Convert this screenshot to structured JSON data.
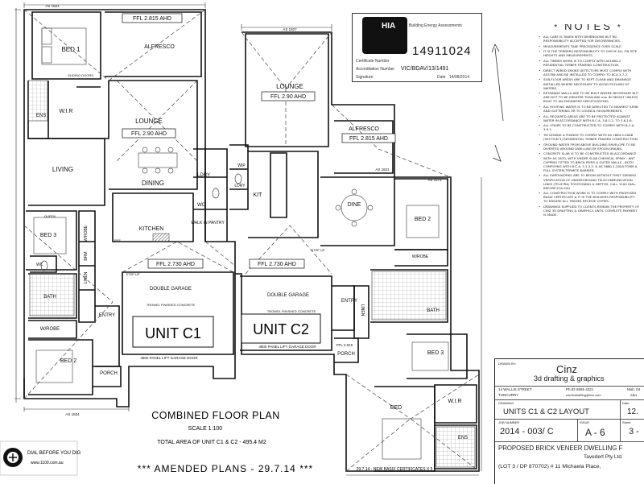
{
  "plan": {
    "title": "COMBINED FLOOR PLAN",
    "scale": "SCALE 1:100",
    "total_area": "TOTAL AREA OF UNIT C1 & C2 - 495.4 M2",
    "amended": "*** AMENDED PLANS - 29.7.14 ***",
    "amended_note": "29.7.14 - NEW BASIX CERTIFICATES X 5",
    "dial_before": "DIAL BEFORE YOU DIG",
    "dial_url": "www.1100.com.au"
  },
  "units": {
    "c1": "UNIT C1",
    "c2": "UNIT C2"
  },
  "rooms": {
    "bed1": "BED 1",
    "wir_c1": "W.I.R",
    "ens_c1": "ENS",
    "alfresco_c1": "ALFRESCO",
    "ffl_alfresco_c1": "FFL 2.815 AHD",
    "lounge_c1": "LOUNGE",
    "ffl_lounge_c1": "FFL 2.90 AHD",
    "dining": "DINING",
    "living": "LIVING",
    "ldry_c1": "LDRY",
    "wc_c1": "WC",
    "walk_in_pantry": "WALK IN PANTRY",
    "kitchen": "KITCHEN",
    "bed3_c1": "BED 3",
    "queen": "QUEEN",
    "wrobe_c1a": "W/ROBE",
    "linen_c1": "LINEN",
    "brm": "BRM",
    "bath_c1": "BATH",
    "wc_c1b": "WC",
    "wrobe_c1b": "W/ROBE",
    "bed2_c1": "BED 2",
    "entry_c1": "ENTRY",
    "porch_c1": "PORCH",
    "ffl_garage_c1": "FFL 2.730 AHD",
    "double_garage_c1": "DOUBLE GARAGE",
    "trowel_c1": "TROWEL FINISHED CONCRETE",
    "panel_door_c1": "4800 PANEL LIFT GARAGE DOOR",
    "lounge_c2": "LOUNGE",
    "ffl_lounge_c2": "FFL 2.90 AHD",
    "alfresco_c2": "ALFRESCO",
    "ffl_alfresco_c2": "FFL 2.815 AHD",
    "kit": "KIT",
    "wip": "WIP",
    "dine": "DINE",
    "bed2_c2": "BED 2",
    "wrobe_c2": "W/ROBE",
    "linen_c2": "LINEN",
    "bath_c2": "BATH",
    "entry_c2": "ENTRY",
    "porch_c2": "PORCH",
    "ffl_porch_c2": "FFL 2.815",
    "ffl_garage_c2": "FFL 2.730 AHD",
    "double_garage_c2": "DOUBLE GARAGE",
    "trowel_c2": "TROWEL FINISHED CONCRETE",
    "panel_door_c2": "4800 PANEL LIFT GARAGE DOOR",
    "bed3_c2": "BED 3",
    "bed_c2": "BED",
    "wir_c2": "W.I.R",
    "ens_c2": "ENS",
    "ldry_c2": "LDRY",
    "step_up": "STEP UP",
    "sliding_doors": "SLIDING DOORS",
    "ref": "REF",
    "as_1824": "AS 1824",
    "as_1827": "AS 1827",
    "as_1821": "AS 1821",
    "as_1271": "AS 1271"
  },
  "certificate": {
    "brand": "HIA",
    "brand_sub": "Building Energy Assessments",
    "number": "14911024",
    "label_number": "Certificate Number",
    "label_accreditation": "Accreditation Number",
    "accreditation": "VIC/BDAV/13/1491",
    "label_signature": "Signature",
    "label_date": "Date",
    "date": "14/08/2014"
  },
  "notes": {
    "title": "NOTES",
    "items": [
      "ALL CARE IS TAKEN WITH DIMENSIONS BUT NO RESPONSIBILITY ACCEPTED FOR DISCREPANCIES.",
      "MEASUREMENTS TAKE PRECEDENCE OVER SCALE.",
      "IT IS THE TENDERS RESPONSIBILITY TO CHECK ALL ON SITE HEIGHTS AND MEASUREMENTS.",
      "ALL TIMBER WORK IS TO COMPLY WITH AS1684-2 RESIDENTIAL TIMBER FRAMING CONSTRUCTION.",
      "DIRECT WIRED SMOKE DETECTORS MUST COMPLY WITH AS3786 AND BE INSTALLED TO COMPLY TO BCA 3.7.2.",
      "SUB-FLOOR AREAS ARE TO KEPT CLEAN AND DRAINAGE INSTALLED WHERE NECESSARY TO AVOID POOLING OF WATERS.",
      "RETAINING WALLS ARE TO BE BUILT WHERE NECESSARY BUT ARE NOT TO BE GREATER THAN 800 mm IN HEIGHT UNLESS BUILT TO AN ENGINEERS SPECIFICATIONS.",
      "ALL ROOFING WATER IS TO BE DIRECTED TO NEAREST KERB AND GUTTERING OR TO COUNCIL REQUIREMENTS.",
      "ALL REQUIRED AREAS ARE TO BE PROTECTED AGAINST WATER IN ACCORDANCE WITH B.C.A. 3.8.1.2. TO 3.8.1.6.",
      "ALL STAIRS TO BE CONSTRUCTED TO COMPLY WITH B.C.A. 3.9.1.",
      "TIE DOWNS & FIXINGS TO COMPLY WITH AS 1684.3-2006 (SECTION 9) RESIDENTIAL TIMBER FRAMED CONSTRUCTION.",
      "GROUND WATER FROM ABOVE BUILDING ENVELOPE TO BE DIVERTED AROUND DWELLING BY SPOON DRAINS.",
      "CONCRETE SLAB IS TO BE CONSTRUCTED IN ACCORDANCE WITH AS 2870, WITH UNDER SLAB CHEMICAL SPRAY - ANT CAPPING FITTED TO BRICK PIERS & OUTER WALLS - BOTH COMPLYING WITH B.C.A. 3.1.3.2. & AS 3660.1-2000 FORM A FULL SYSTEM TERMITE BARRIER.",
      "ALL EARTHWORKS ARE TO BEGIN WITHOUT FIRST SEEKING VERIFICATION OF UNDERGROUND TELECOMMUNICATION LINES (TELSTRA) POSITIONING & DEPTHS. CALL 1100 DIAL-BEFORE-YOU-DIG",
      "ALL CONSTRUCTION WORK IS TO COMPLY WITH PROPOSED BASIX CERTIFICATE & IT IS THE BUILDERS RESPONSIBILITY TO ENSURE ALL TRADES RECEIVE COPIES.",
      "DRAWINGS SUPPLIED TO CLIENTS REMAIN THE PROPERTY OF CINZ 3D DRAFTING & GRAPHICS UNTIL COMPLETE PAYMENT IS MADE."
    ]
  },
  "title_block": {
    "drawn_by_label": "DRAWN BY:",
    "company": "Cinz",
    "company_sub": "3d drafting & graphics",
    "address1": "14 WALLIS STREET",
    "address2": "TUNCURRY",
    "phone": "Ph.02 6555 4321",
    "email": "cinz3ddrafting@live.com",
    "mob": "Mob. 04",
    "abn": "ABN",
    "drawing_label": "DRAWING",
    "drawing_title": "UNITS C1 & C2 LAYOUT",
    "date_label": "Date",
    "date_value": "12.",
    "job_label": "JOB NUMBER",
    "job_number": "2014 - 003/ C",
    "issue_label": "ISSUE",
    "issue": "A - 6",
    "sheet_label": "Sheet",
    "sheet": "3 -",
    "project": "PROPOSED BRICK VENEER DWELLING F",
    "client": "Tavedert Pty Ltd.",
    "lot": "(LOT 3 / DP 870702)  # 11 Michaela Place,"
  }
}
